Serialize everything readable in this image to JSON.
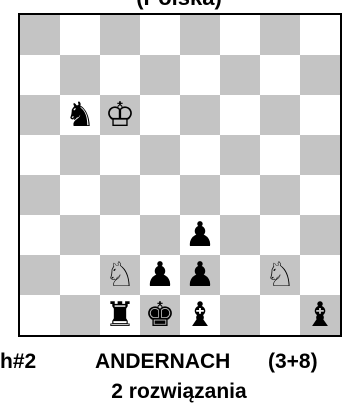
{
  "header": {
    "country": "(Polska)"
  },
  "board": {
    "pieces": [
      {
        "square": "b6",
        "symbol": "♞",
        "name": "black-knight-icon"
      },
      {
        "square": "c6",
        "symbol": "♔",
        "name": "white-king-icon"
      },
      {
        "square": "e3",
        "symbol": "♟",
        "name": "black-pawn-icon"
      },
      {
        "square": "c2",
        "symbol": "♘",
        "name": "white-knight-icon"
      },
      {
        "square": "d2",
        "symbol": "♟",
        "name": "black-pawn-icon"
      },
      {
        "square": "e2",
        "symbol": "♟",
        "name": "black-pawn-icon"
      },
      {
        "square": "g2",
        "symbol": "♘",
        "name": "white-knight-icon"
      },
      {
        "square": "c1",
        "symbol": "♜",
        "name": "black-rook-icon"
      },
      {
        "square": "d1",
        "symbol": "♚",
        "name": "black-king-icon"
      },
      {
        "square": "e1",
        "symbol": "♝",
        "name": "black-bishop-icon"
      },
      {
        "square": "h1",
        "symbol": "♝",
        "name": "black-bishop-icon"
      }
    ]
  },
  "caption": {
    "stipulation": "h#2",
    "author": "ANDERNACH",
    "piece_count": "(3+8)",
    "solutions": "2 rozwiązania"
  },
  "colors": {
    "light_square": "#ffffff",
    "dark_square": "#c4c4c4"
  }
}
